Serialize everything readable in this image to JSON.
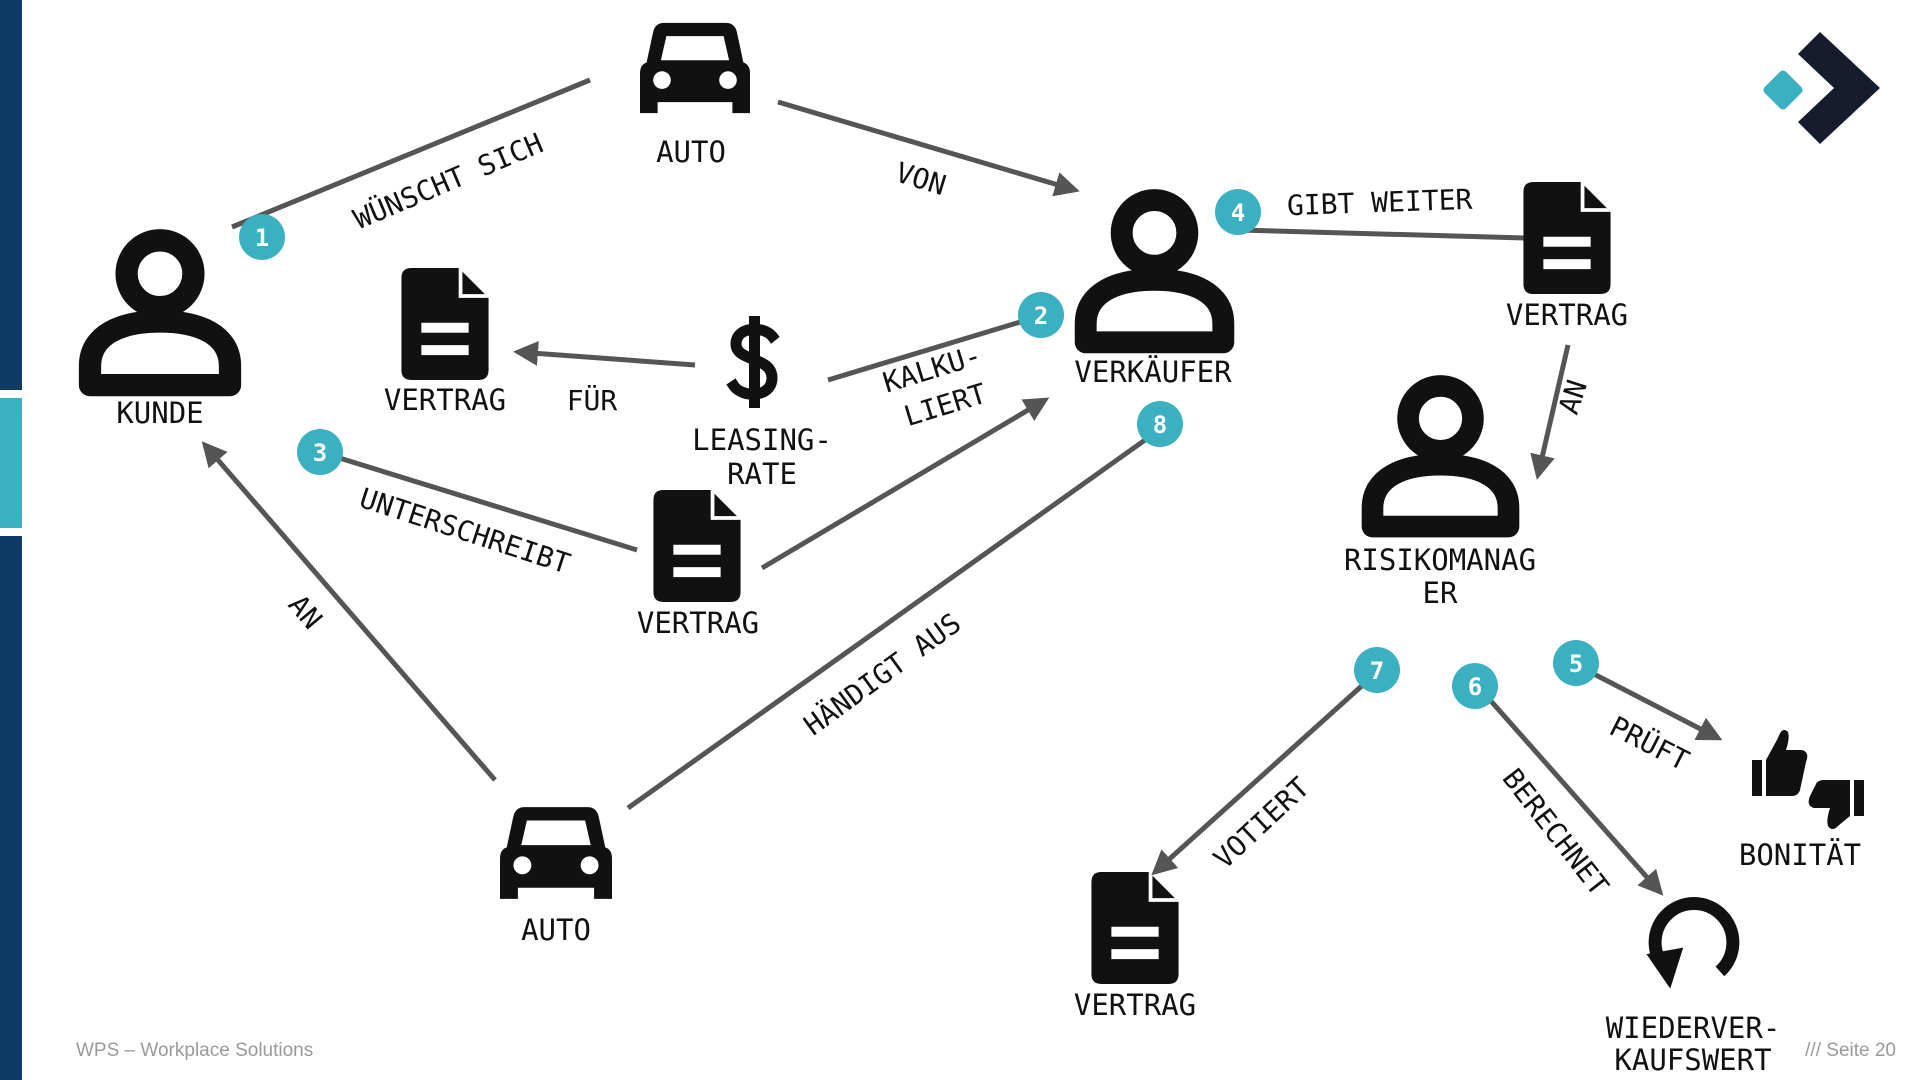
{
  "colors": {
    "accent": "#3bb0c0",
    "arrow": "#555555",
    "icon": "#111111",
    "brand_dark": "#0d3b66",
    "logo_dark": "#161b2e"
  },
  "nodes": {
    "kunde": "KUNDE",
    "auto_top": "AUTO",
    "verkaeufer": "VERKÄUFER",
    "vertrag_top_right": "VERTRAG",
    "vertrag_left": "VERTRAG",
    "leasing_rate": [
      "LEASING-",
      "RATE"
    ],
    "vertrag_middle": "VERTRAG",
    "risikomanager": [
      "RISIKOMANAG",
      "ER"
    ],
    "auto_bottom": "AUTO",
    "vertrag_bottom": "VERTRAG",
    "wiederverkaufswert": [
      "WIEDERVER-",
      "KAUFSWERT"
    ],
    "bonitaet": "BONITÄT"
  },
  "edges": {
    "wuenscht_sich": "WÜNSCHT SICH",
    "von": "VON",
    "gibt_weiter": "GIBT WEITER",
    "fuer": "FÜR",
    "kalkuliert": [
      "KALKU-",
      "LIERT"
    ],
    "unterschreibt": "UNTERSCHREIBT",
    "an_right": "AN",
    "an_left": "AN",
    "haendigt_aus": "HÄNDIGT AUS",
    "votiert": "VOTIERT",
    "berechnet": "BERECHNET",
    "prueft": "PRÜFT"
  },
  "steps": [
    "1",
    "2",
    "3",
    "4",
    "5",
    "6",
    "7",
    "8"
  ],
  "footer": {
    "left": "WPS – Workplace Solutions",
    "right": "/// Seite 20"
  }
}
